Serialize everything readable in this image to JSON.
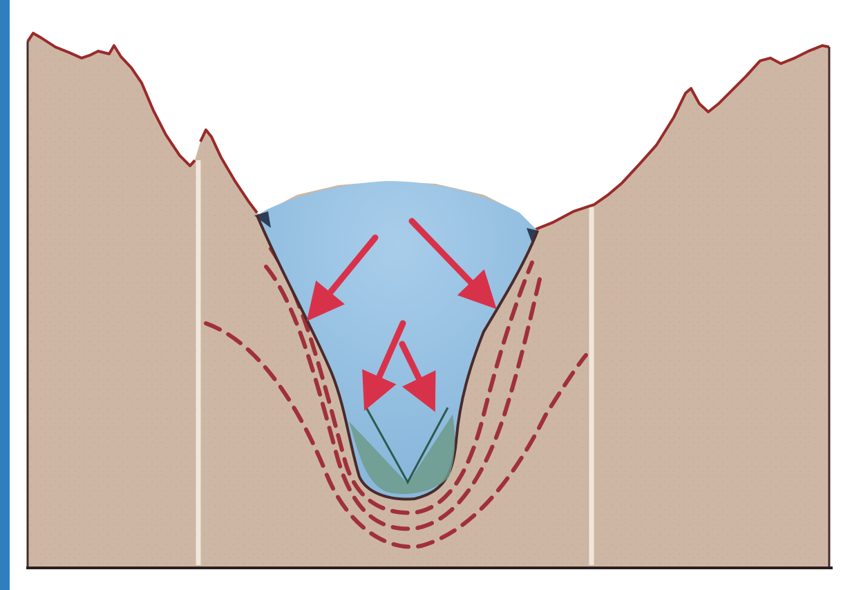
{
  "diagram": {
    "colors": {
      "background": "#ffffff",
      "side_bar": "#2e7fc0",
      "rock": "#cdb7a4",
      "rock_speckle": "#bda390",
      "ridge_line": "#9a2a2a",
      "outline": "#4a2a2a",
      "ice": "#8ab8dc",
      "ice_highlight": "#a8cdea",
      "ice_dark": "#2c3e55",
      "moraine": "#6d9a8a",
      "arrow": "#d8324a",
      "dashed_line": "#a0303a",
      "joint": "#f1e6dc",
      "ground_line": "#2a2020"
    },
    "elements": [
      "left-mountain",
      "right-mountain",
      "glacier-ice",
      "valley-floor-deposit",
      "erosion-arrows",
      "former-valley-profiles"
    ]
  }
}
